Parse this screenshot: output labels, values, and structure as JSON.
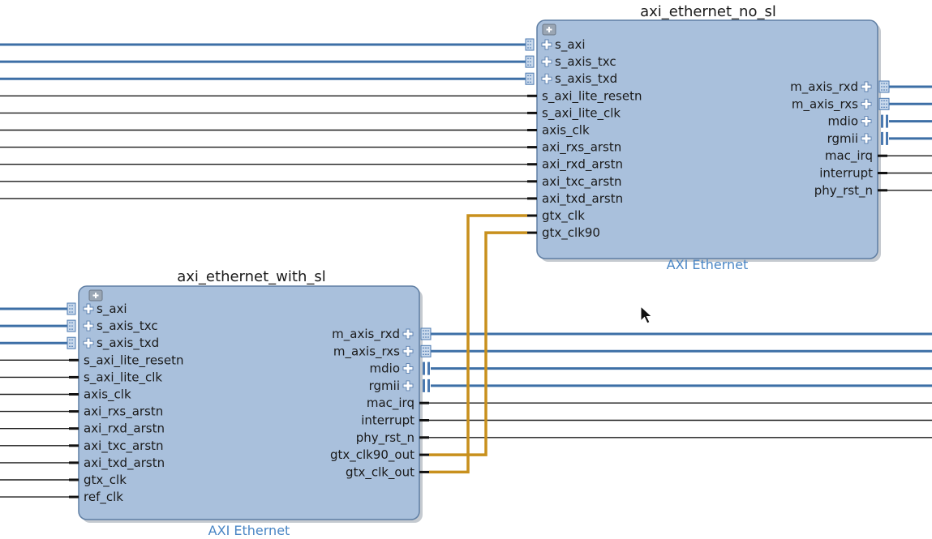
{
  "blocks": {
    "top": {
      "instance_name": "axi_ethernet_no_sl",
      "ip_name": "AXI Ethernet",
      "inputs": [
        {
          "label": "s_axi",
          "bus": true
        },
        {
          "label": "s_axis_txc",
          "bus": true
        },
        {
          "label": "s_axis_txd",
          "bus": true
        },
        {
          "label": "s_axi_lite_resetn",
          "bus": false
        },
        {
          "label": "s_axi_lite_clk",
          "bus": false
        },
        {
          "label": "axis_clk",
          "bus": false
        },
        {
          "label": "axi_rxs_arstn",
          "bus": false
        },
        {
          "label": "axi_rxd_arstn",
          "bus": false
        },
        {
          "label": "axi_txc_arstn",
          "bus": false
        },
        {
          "label": "axi_txd_arstn",
          "bus": false
        },
        {
          "label": "gtx_clk",
          "bus": false
        },
        {
          "label": "gtx_clk90",
          "bus": false
        }
      ],
      "outputs": [
        {
          "label": "m_axis_rxd",
          "bus": true
        },
        {
          "label": "m_axis_rxs",
          "bus": true
        },
        {
          "label": "mdio",
          "bus": true
        },
        {
          "label": "rgmii",
          "bus": true
        },
        {
          "label": "mac_irq",
          "bus": false
        },
        {
          "label": "interrupt",
          "bus": false
        },
        {
          "label": "phy_rst_n",
          "bus": false
        }
      ]
    },
    "bottom": {
      "instance_name": "axi_ethernet_with_sl",
      "ip_name": "AXI Ethernet",
      "inputs": [
        {
          "label": "s_axi",
          "bus": true
        },
        {
          "label": "s_axis_txc",
          "bus": true
        },
        {
          "label": "s_axis_txd",
          "bus": true
        },
        {
          "label": "s_axi_lite_resetn",
          "bus": false
        },
        {
          "label": "s_axi_lite_clk",
          "bus": false
        },
        {
          "label": "axis_clk",
          "bus": false
        },
        {
          "label": "axi_rxs_arstn",
          "bus": false
        },
        {
          "label": "axi_rxd_arstn",
          "bus": false
        },
        {
          "label": "axi_txc_arstn",
          "bus": false
        },
        {
          "label": "axi_txd_arstn",
          "bus": false
        },
        {
          "label": "gtx_clk",
          "bus": false
        },
        {
          "label": "ref_clk",
          "bus": false
        }
      ],
      "outputs": [
        {
          "label": "m_axis_rxd",
          "bus": true
        },
        {
          "label": "m_axis_rxs",
          "bus": true
        },
        {
          "label": "mdio",
          "bus": true
        },
        {
          "label": "rgmii",
          "bus": true
        },
        {
          "label": "mac_irq",
          "bus": false
        },
        {
          "label": "interrupt",
          "bus": false
        },
        {
          "label": "phy_rst_n",
          "bus": false
        },
        {
          "label": "gtx_clk90_out",
          "bus": false
        },
        {
          "label": "gtx_clk_out",
          "bus": false
        }
      ]
    }
  },
  "colors": {
    "block_fill": "#a9c0dc",
    "block_border": "#5f7ea3",
    "bus_wire": "#3d6fa6",
    "clock_wire": "#c8901d",
    "signal_wire": "#1a1a1a",
    "ip_name_text": "#4a86c5"
  },
  "icons": {
    "expand": "expand-plus-icon",
    "interface": "interface-connector-icon",
    "cursor": "mouse-pointer-icon"
  }
}
